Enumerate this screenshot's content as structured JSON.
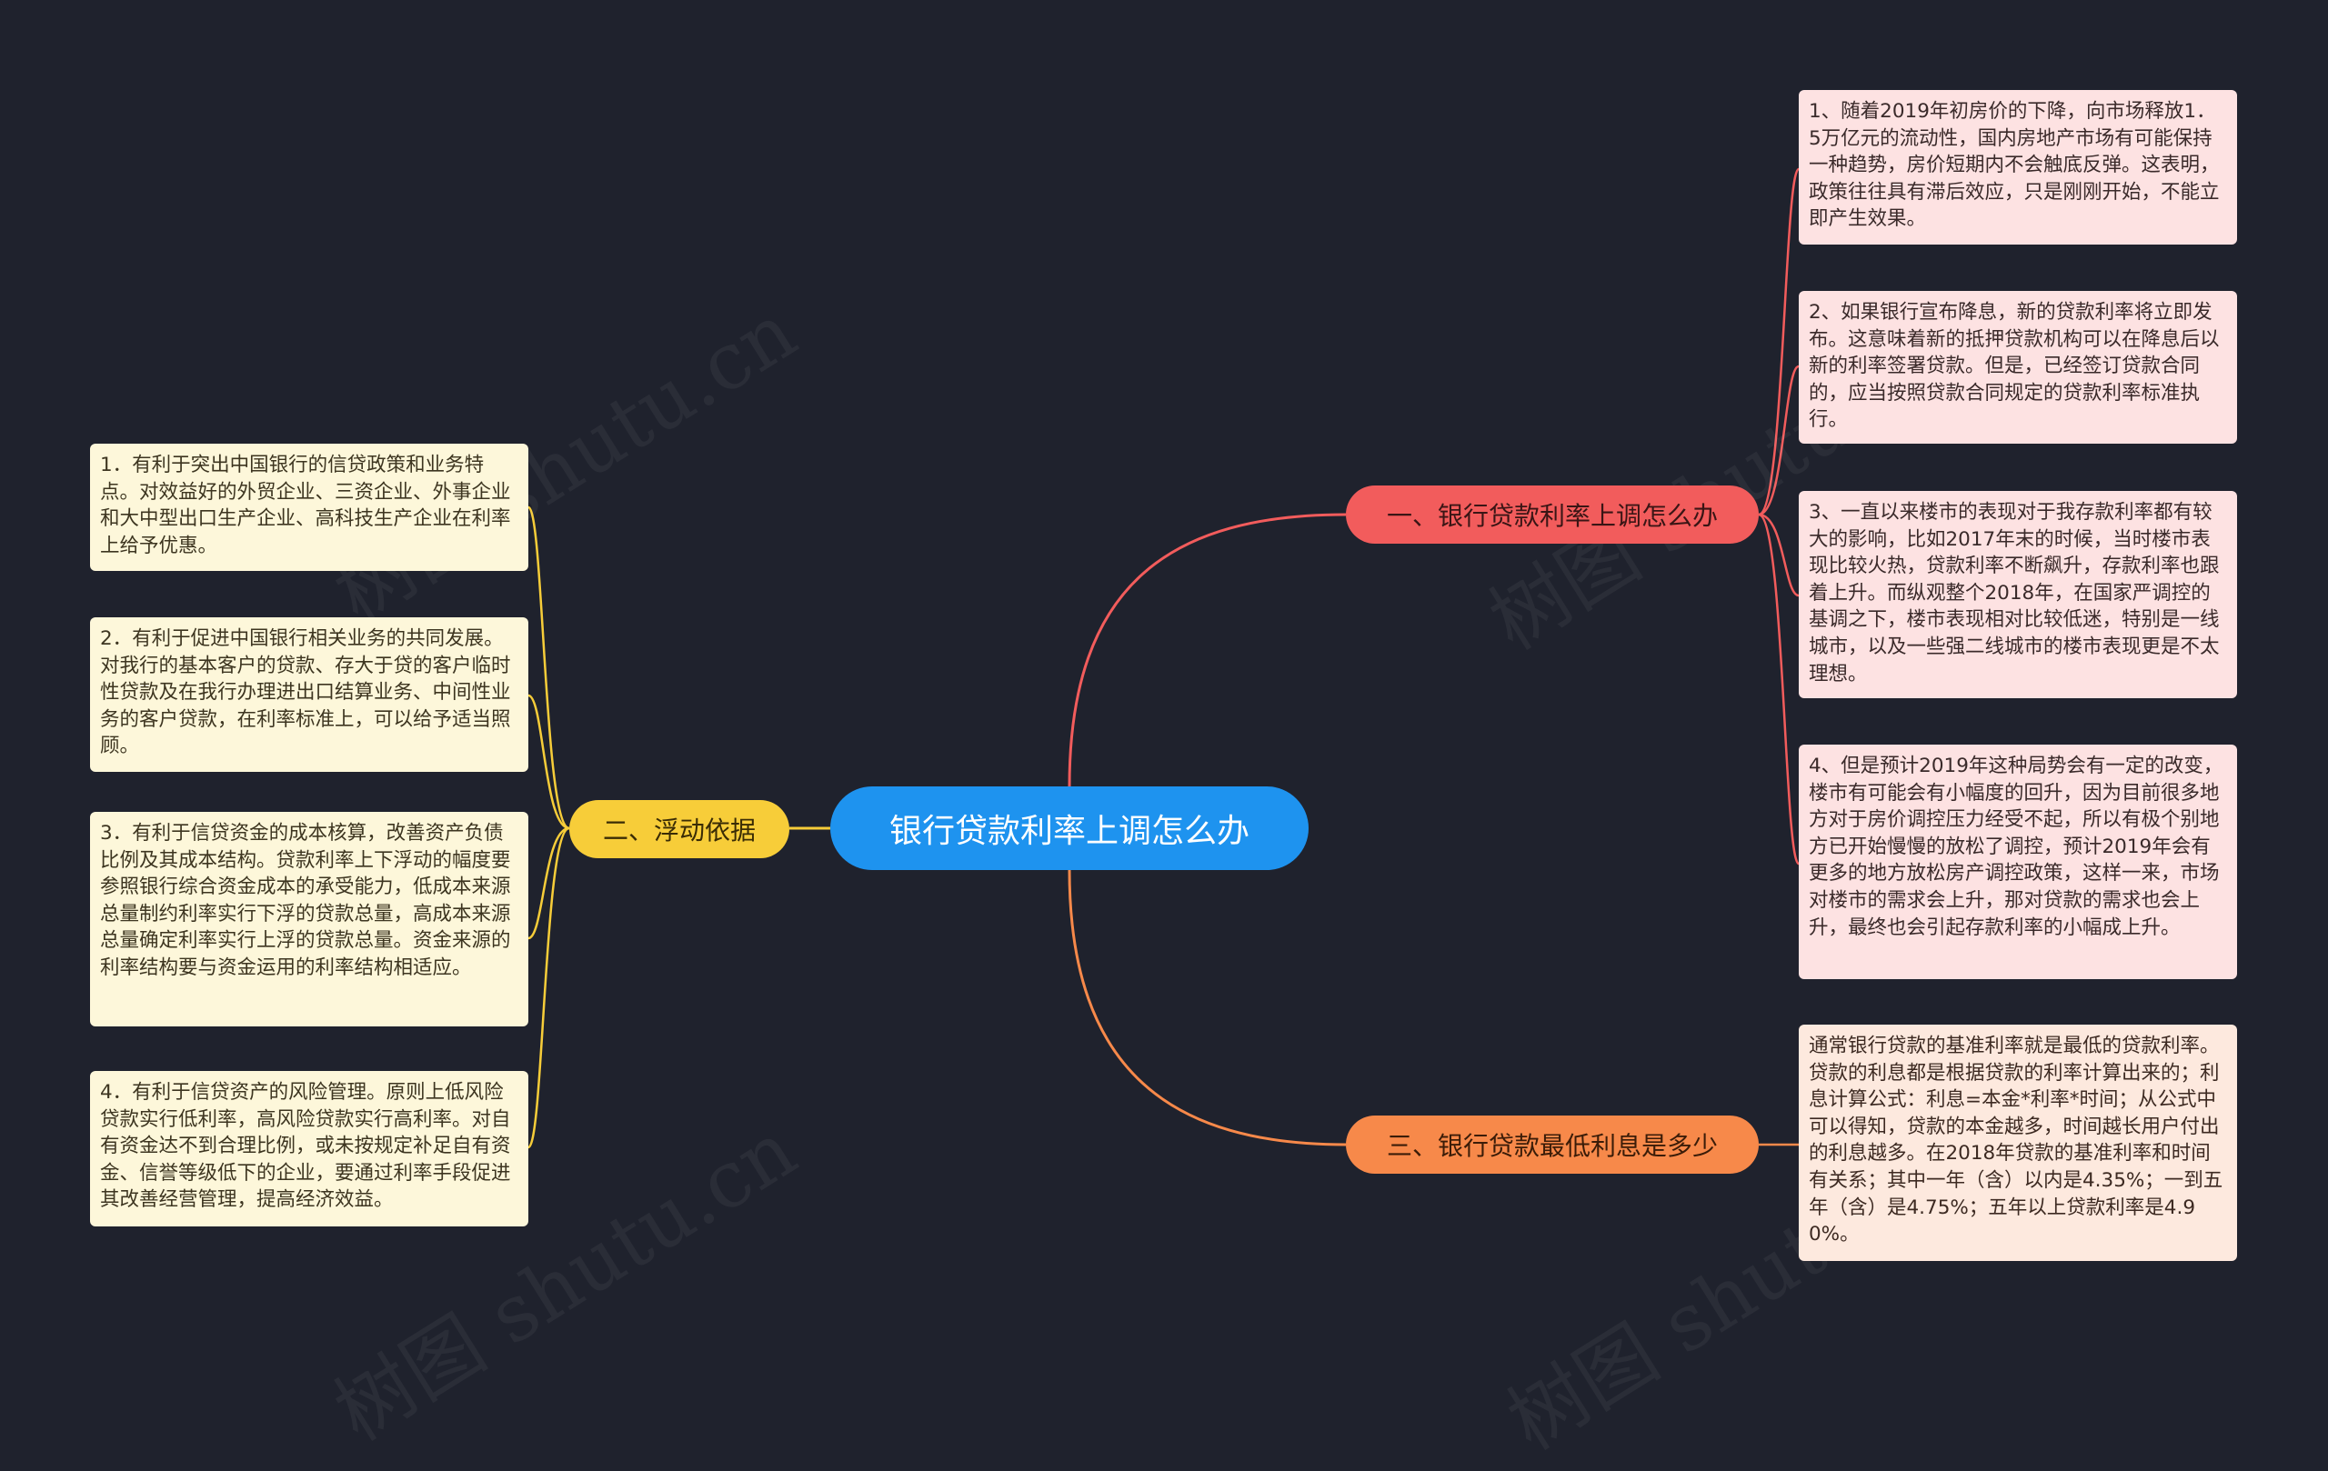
{
  "central_topic": "银行贷款利率上调怎么办",
  "watermark_text": "树图 shutu.cn",
  "branches": {
    "b1": {
      "label": "一、银行贷款利率上调怎么办",
      "color": "#f25c5c",
      "items": [
        "1、随着2019年初房价的下降，向市场释放1．5万亿元的流动性，国内房地产市场有可能保持一种趋势，房价短期内不会触底反弹。这表明，政策往往具有滞后效应，只是刚刚开始，不能立即产生效果。",
        "2、如果银行宣布降息，新的贷款利率将立即发布。这意味着新的抵押贷款机构可以在降息后以新的利率签署贷款。但是，已经签订贷款合同的，应当按照贷款合同规定的贷款利率标准执行。",
        "3、一直以来楼市的表现对于我存款利率都有较大的影响，比如2017年末的时候，当时楼市表现比较火热，贷款利率不断飙升，存款利率也跟着上升。而纵观整个2018年，在国家严调控的基调之下，楼市表现相对比较低迷，特别是一线城市，以及一些强二线城市的楼市表现更是不太理想。",
        "4、但是预计2019年这种局势会有一定的改变，楼市有可能会有小幅度的回升，因为目前很多地方对于房价调控压力经受不起，所以有极个别地方已开始慢慢的放松了调控，预计2019年会有更多的地方放松房产调控政策，这样一来，市场对楼市的需求会上升，那对贷款的需求也会上升，最终也会引起存款利率的小幅成上升。"
      ]
    },
    "b2": {
      "label": "二、浮动依据",
      "color": "#f7cd39",
      "items": [
        "1．有利于突出中国银行的信贷政策和业务特点。对效益好的外贸企业、三资企业、外事企业和大中型出口生产企业、高科技生产企业在利率上给予优惠。",
        "2．有利于促进中国银行相关业务的共同发展。对我行的基本客户的贷款、存大于贷的客户临时性贷款及在我行办理进出口结算业务、中间性业务的客户贷款，在利率标准上，可以给予适当照顾。",
        "3．有利于信贷资金的成本核算，改善资产负债比例及其成本结构。贷款利率上下浮动的幅度要参照银行综合资金成本的承受能力，低成本来源总量制约利率实行下浮的贷款总量，高成本来源总量确定利率实行上浮的贷款总量。资金来源的利率结构要与资金运用的利率结构相适应。",
        "4．有利于信贷资产的风险管理。原则上低风险贷款实行低利率，高风险贷款实行高利率。对自有资金达不到合理比例，或未按规定补足自有资金、信誉等级低下的企业，要通过利率手段促进其改善经营管理，提高经济效益。"
      ]
    },
    "b3": {
      "label": "三、银行贷款最低利息是多少",
      "color": "#f7894a",
      "items": [
        "通常银行贷款的基准利率就是最低的贷款利率。贷款的利息都是根据贷款的利率计算出来的；利息计算公式：利息=本金*利率*时间；从公式中可以得知，贷款的本金越多，时间越长用户付出的利息越多。在2018年贷款的基准利率和时间有关系；其中一年（含）以内是4.35%；一到五年（含）是4.75%；五年以上贷款利率是4.90%。"
      ]
    }
  }
}
